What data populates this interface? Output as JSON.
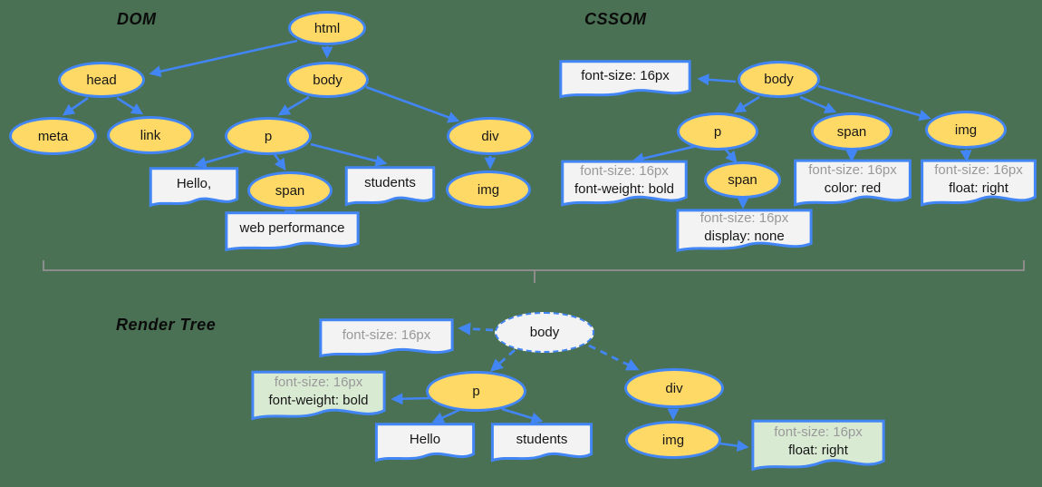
{
  "colors": {
    "background": "#4a7154",
    "node_fill": "#ffd966",
    "node_border": "#4285f4",
    "paper_fill": "#f3f3f3",
    "matched_rule_fill": "#d9ead3",
    "muted_text": "#999999",
    "brace_line": "#8c8c8c"
  },
  "dom": {
    "title": "DOM",
    "html": "html",
    "head": "head",
    "body": "body",
    "meta": "meta",
    "link": "link",
    "p": "p",
    "span": "span",
    "div": "div",
    "img": "img",
    "hello": "Hello,",
    "students": "students",
    "web_performance": "web performance"
  },
  "cssom": {
    "title": "CSSOM",
    "body": "body",
    "p": "p",
    "span": "span",
    "img": "img",
    "span_child": "span",
    "body_rule": "font-size: 16px",
    "p_rule1": "font-size: 16px",
    "p_rule2": "font-weight: bold",
    "span_rule1": "font-size: 16px",
    "span_rule2": "color: red",
    "img_rule1": "font-size: 16px",
    "img_rule2": "float: right",
    "span_child_rule1": "font-size: 16px",
    "span_child_rule2": "display: none"
  },
  "render": {
    "title": "Render Tree",
    "body": "body",
    "p": "p",
    "div": "div",
    "img": "img",
    "body_rule": "font-size: 16px",
    "p_rule1": "font-size: 16px",
    "p_rule2": "font-weight: bold",
    "hello": "Hello",
    "students": "students",
    "img_rule1": "font-size: 16px",
    "img_rule2": "float: right"
  }
}
